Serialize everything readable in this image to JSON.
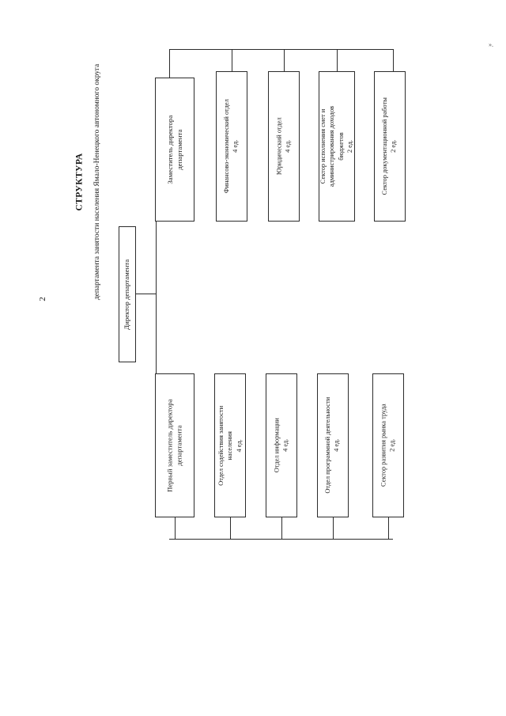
{
  "page": {
    "number": "2",
    "corner_mark": "»."
  },
  "heading": {
    "title": "СТРУКТУРА",
    "subtitle": "департамента занятости населения Ямало-Ненецкого автономного округа"
  },
  "chart_data": {
    "type": "diagram",
    "orientation": "rotated-90-ccw",
    "title": "СТРУКТУРА департамента занятости населения Ямало-Ненецкого автономного округа",
    "root": {
      "label": "Директор департамента",
      "lines": [
        "Директор департамента"
      ],
      "count": ""
    },
    "branches": [
      {
        "id": "upper",
        "head": {
          "lines": [
            "Заместитель директора",
            "департамента"
          ],
          "count": ""
        },
        "units": [
          {
            "lines": [
              "Финансово-экономический отдел"
            ],
            "count": "4 ед."
          },
          {
            "lines": [
              "Юридический отдел"
            ],
            "count": "4 ед."
          },
          {
            "lines": [
              "Сектор исполнения смет и",
              "администрирования доходов",
              "бюджетов"
            ],
            "count": "2 ед."
          },
          {
            "lines": [
              "Сектор документационной работы"
            ],
            "count": "2 ед."
          }
        ]
      },
      {
        "id": "lower",
        "head": {
          "lines": [
            "Первый заместитель директора",
            "департамента"
          ],
          "count": ""
        },
        "units": [
          {
            "lines": [
              "Отдел содействия занятости",
              "населения"
            ],
            "count": "4 ед."
          },
          {
            "lines": [
              "Отдел информации"
            ],
            "count": "4 ед."
          },
          {
            "lines": [
              "Отдел программной деятельности"
            ],
            "count": "4 ед."
          },
          {
            "lines": [
              "Сектор развития рынка труда"
            ],
            "count": "2 ед."
          }
        ]
      }
    ]
  }
}
